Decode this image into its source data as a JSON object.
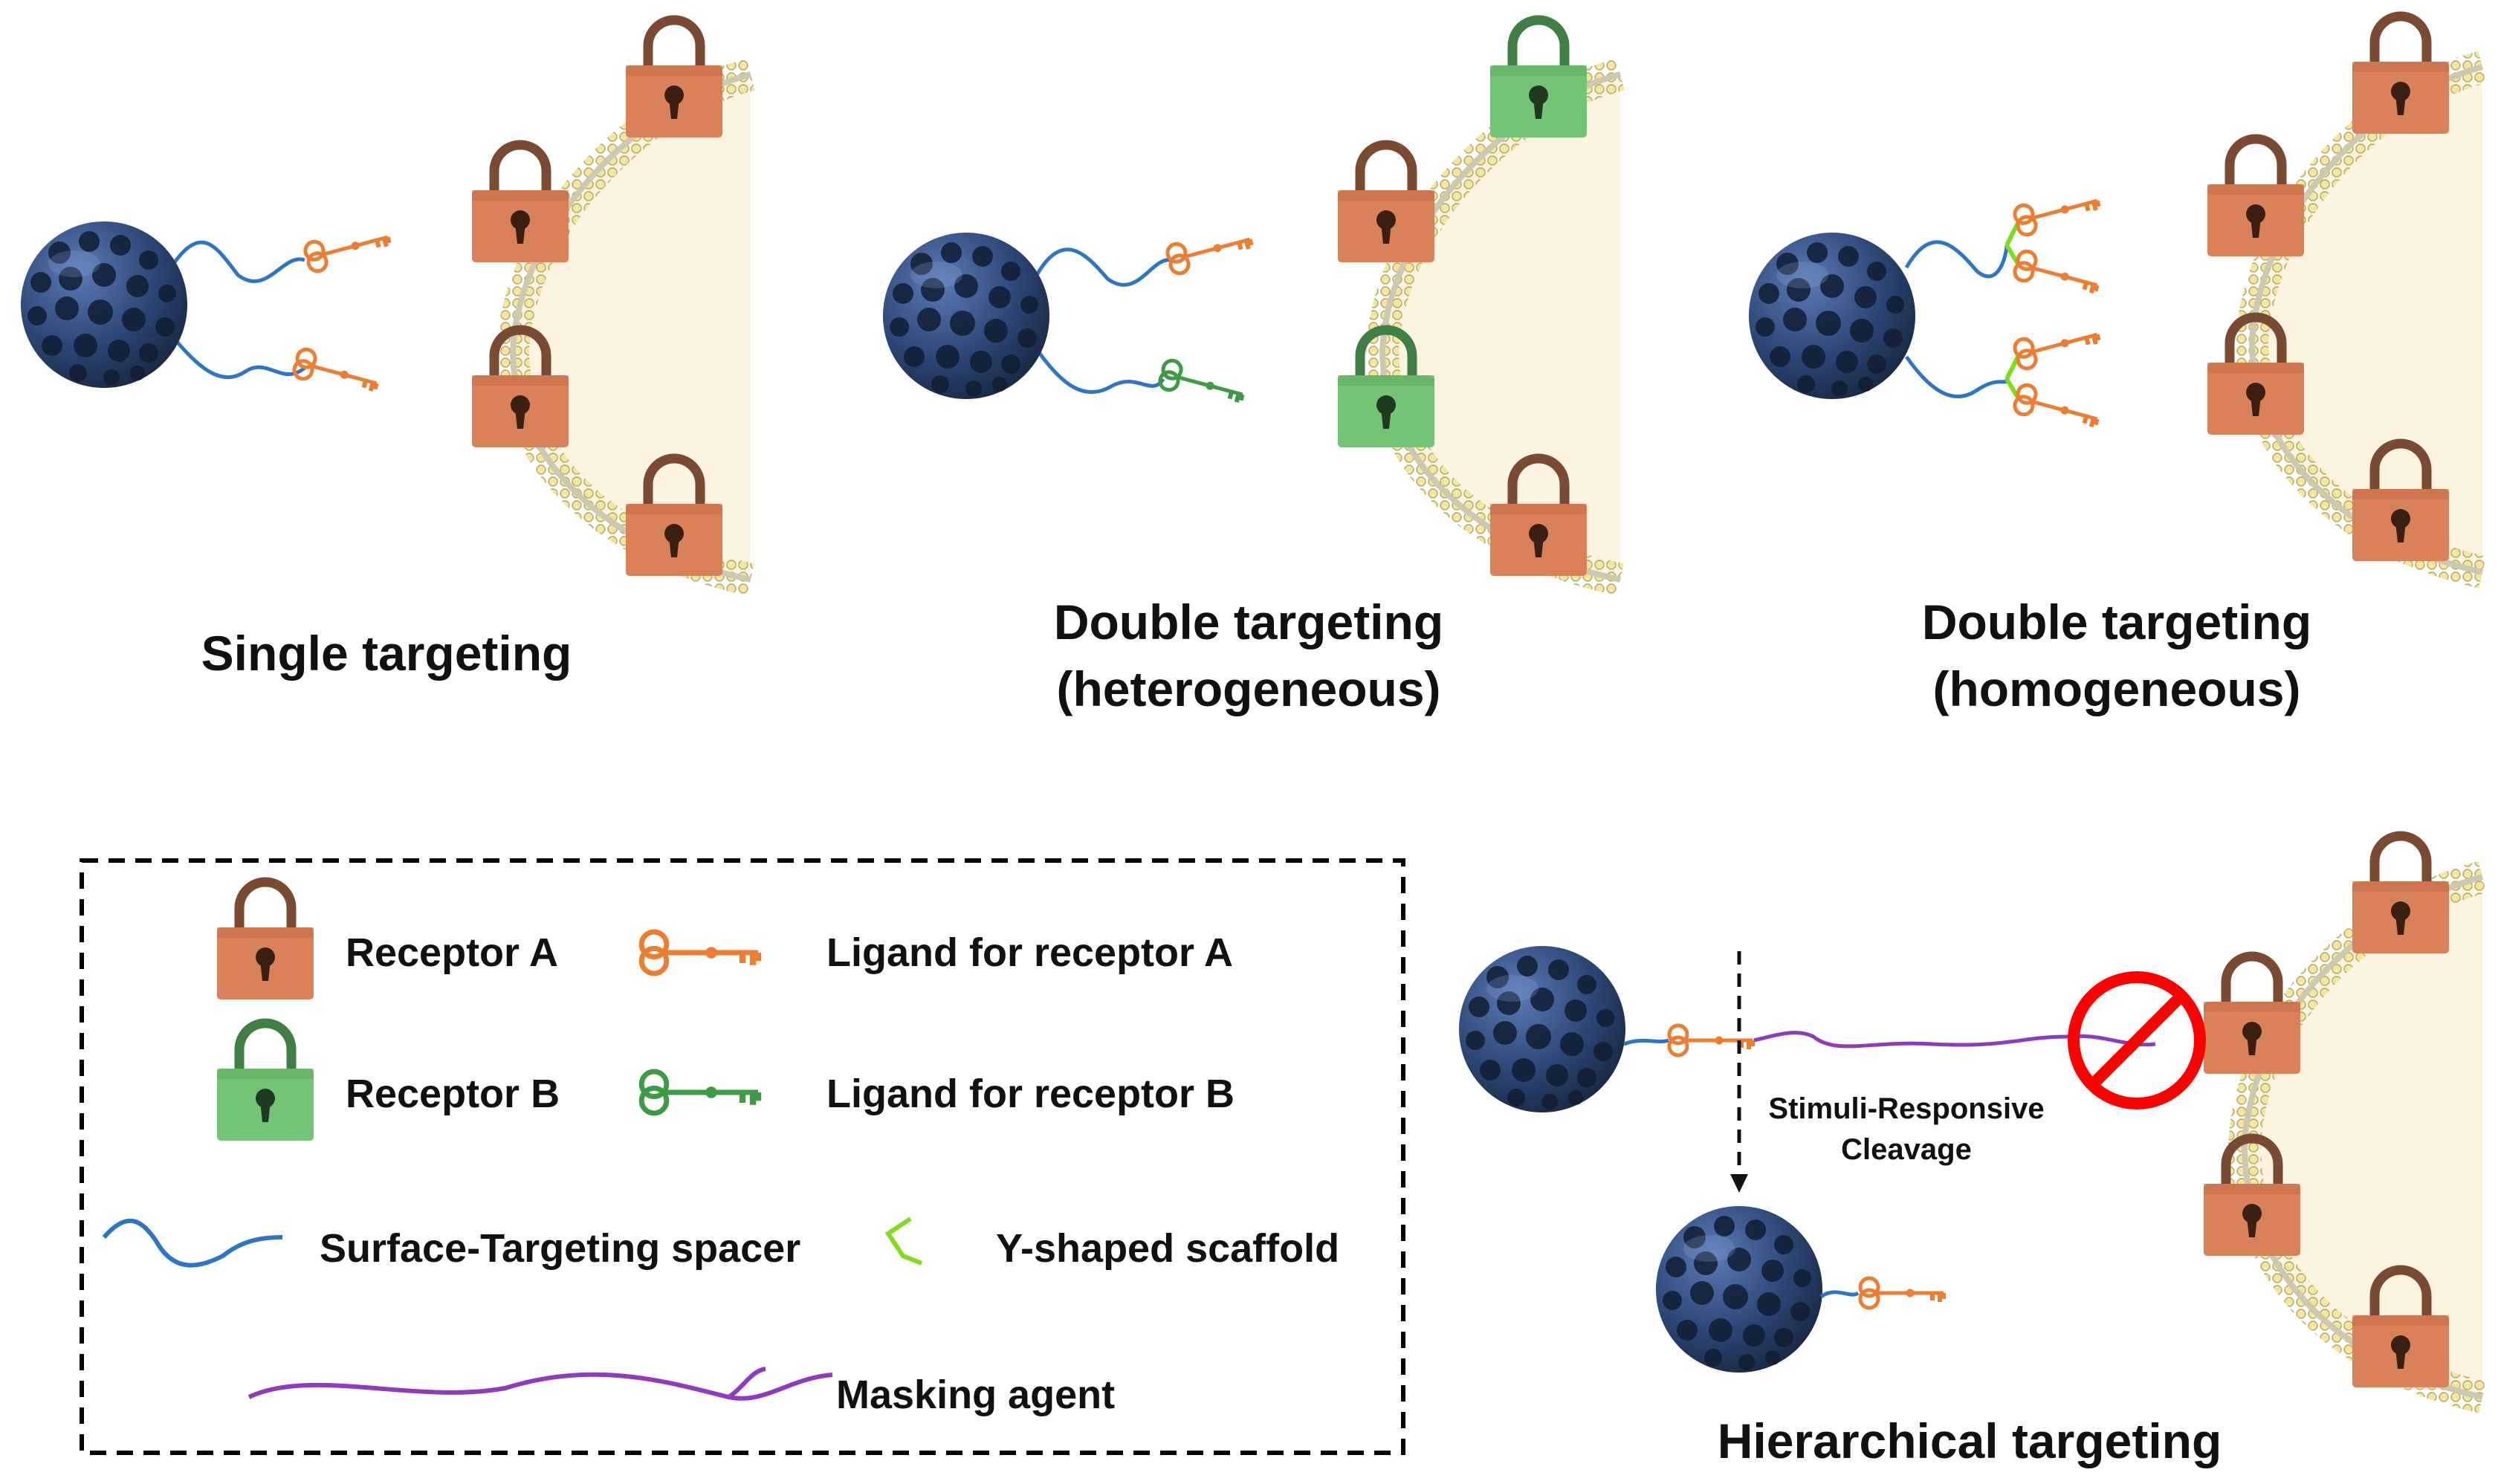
{
  "panels": {
    "single": {
      "title": "Single targeting"
    },
    "hetero": {
      "title_line1": "Double targeting",
      "title_line2": "(heterogeneous)"
    },
    "homo": {
      "title_line1": "Double targeting",
      "title_line2": "(homogeneous)"
    },
    "hierarchical": {
      "title": "Hierarchical targeting",
      "cleavage_line1": "Stimuli-Responsive",
      "cleavage_line2": "Cleavage"
    }
  },
  "legend": {
    "receptor_a": "Receptor A",
    "receptor_b": "Receptor B",
    "ligand_a": "Ligand for receptor A",
    "ligand_b": "Ligand for receptor B",
    "spacer": "Surface-Targeting spacer",
    "scaffold": "Y-shaped scaffold",
    "masking": "Masking agent"
  },
  "colors": {
    "receptor_a_body": "#d9825a",
    "receptor_a_shackle": "#7a4a32",
    "receptor_b_body": "#74c476",
    "receptor_b_shackle": "#3f7f45",
    "ligand_a": "#ed7d31",
    "ligand_b": "#3f9a45",
    "spacer": "#2e75c6",
    "scaffold": "#7fdd1a",
    "masking": "#8e3bbd",
    "nanoparticle": "#23395e",
    "cell_interior": "#fdf3e1",
    "membrane_head": "#f2e59c",
    "prohibit": "#ff0000"
  },
  "icons": [
    "nanoparticle-icon",
    "lock-icon",
    "key-icon",
    "prohibited-icon",
    "membrane-icon"
  ]
}
